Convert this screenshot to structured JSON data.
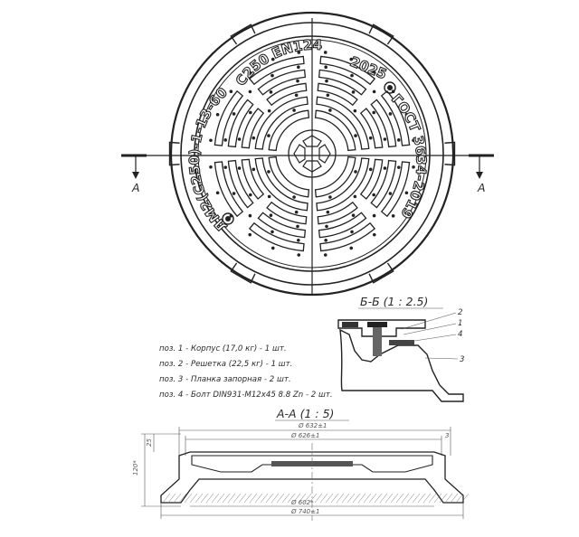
{
  "cover": {
    "mark_top": "С250 EN124",
    "mark_year": "2025",
    "mark_left": "ЛМ2(С250)-1-13-60",
    "mark_right": "ГОСТ 3634-2019"
  },
  "section_marks": {
    "left": "А",
    "right": "А"
  },
  "section_bb": {
    "title": "Б-Б (1 : 2.5)",
    "callouts": [
      "2",
      "1",
      "4",
      "3"
    ]
  },
  "notes": [
    "поз. 1 - Корпус (17,0 кг) - 1 шт.",
    "поз. 2 - Решетка (22,5 кг) - 1 шт.",
    "поз. 3 - Планка запорная - 2 шт.",
    "поз. 4 - Болт DIN931-М12х45 8.8 Zn - 2 шт."
  ],
  "section_aa": {
    "title": "А-А (1 : 5)",
    "dims": {
      "top_outer": "Ø 632±1",
      "top_inner": "Ø 626±1",
      "gap": "3",
      "bottom_inner": "Ø 602*",
      "bottom_outer": "Ø 740±1",
      "height": "120*",
      "depth": "25"
    }
  }
}
